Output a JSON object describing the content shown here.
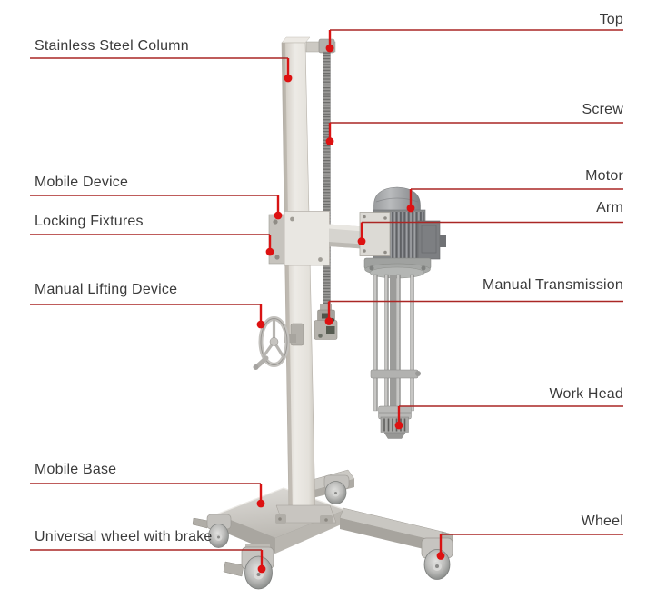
{
  "diagram": {
    "labels_left": [
      {
        "text": "Stainless Steel Column"
      },
      {
        "text": "Mobile Device"
      },
      {
        "text": "Locking Fixtures"
      },
      {
        "text": "Manual Lifting Device"
      },
      {
        "text": "Mobile Base"
      },
      {
        "text": "Universal wheel with brake"
      }
    ],
    "labels_right": [
      {
        "text": "Top"
      },
      {
        "text": "Screw"
      },
      {
        "text": "Motor"
      },
      {
        "text": "Arm"
      },
      {
        "text": "Manual Transmission"
      },
      {
        "text": "Work Head"
      },
      {
        "text": "Wheel"
      }
    ],
    "colors": {
      "leader_line": "#aa2725",
      "connector": "#d81414",
      "dot": "#dd1111",
      "label_text": "#3a3a3a",
      "background": "#ffffff"
    }
  }
}
